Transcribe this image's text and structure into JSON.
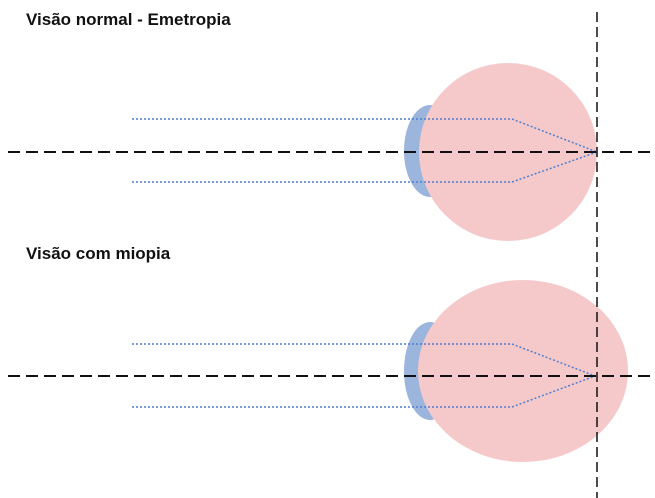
{
  "panels": [
    {
      "id": "normal",
      "title": "Visão normal - Emetropia"
    },
    {
      "id": "myopia",
      "title": "Visão com miopia"
    }
  ],
  "colors": {
    "eyeball": "#f5c9c9",
    "cornea": "#9bb5dd",
    "light_ray": "#4f7fd0",
    "axis_line": "#111111",
    "text": "#111111",
    "background": "#ffffff"
  }
}
